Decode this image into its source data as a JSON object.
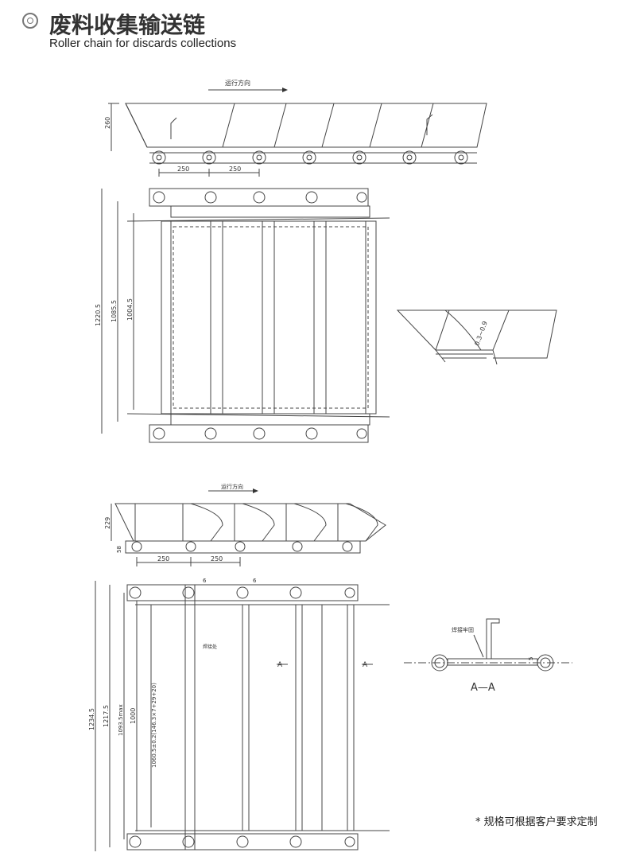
{
  "header": {
    "title_cn": "废料收集输送链",
    "title_en": "Roller chain for discards collections"
  },
  "drawing1": {
    "direction_label": "运行方向",
    "height_dim": "260",
    "pitch_dims": [
      "250",
      "250"
    ]
  },
  "drawing2": {
    "dims": [
      "1220.5",
      "1085.5",
      "1004.5"
    ]
  },
  "detail": {
    "label": "0.3~0.9"
  },
  "drawing3": {
    "direction_label": "运行方向",
    "height_dim": "229",
    "side_dim": "58",
    "pitch_dims": [
      "250",
      "250"
    ]
  },
  "drawing4": {
    "dims": [
      "1234.5",
      "1217.5",
      "1093.5max",
      "1000",
      "1060.5±0.2(146.3×7+29+20)"
    ],
    "top_dims": [
      "6",
      "6"
    ],
    "section_mark": "A",
    "weld_label": "焊接处"
  },
  "section": {
    "label": "A—A",
    "note": "焊接牢固",
    "dim": "5"
  },
  "footnote": "* 规格可根据客户要求定制"
}
